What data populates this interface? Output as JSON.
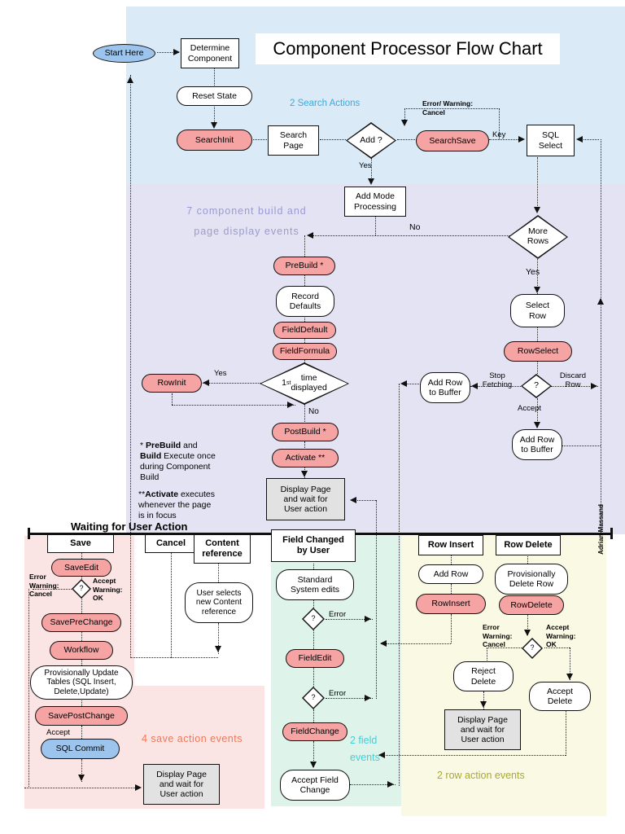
{
  "title": "Component Processor Flow Chart",
  "author": "Adrian Massand",
  "top": {
    "start": "Start Here",
    "determine": "Determine\nComponent",
    "reset": "Reset State",
    "caption": "2 Search Actions",
    "search_init": "SearchInit",
    "search_page": "Search\nPage",
    "add_q": "Add ?",
    "err_cancel": "Error/ Warning:\nCancel",
    "search_save": "SearchSave",
    "key": "Key",
    "sql_select": "SQL\nSelect",
    "yes": "Yes"
  },
  "build": {
    "caption": "7 component build and\npage display events",
    "add_mode": "Add Mode\nProcessing",
    "no": "No",
    "more_rows": "More\nRows",
    "yes": "Yes",
    "select_row": "Select\nRow",
    "row_select": "RowSelect",
    "q": "?",
    "stop_fetching": "Stop\nFetching",
    "add_row_buffer": "Add Row\nto Buffer",
    "discard_row": "Discard\nRow",
    "accept": "Accept",
    "add_row_buffer2": "Add Row\nto Buffer",
    "pre_build": "PreBuild *",
    "record_defaults": "Record\nDefaults",
    "field_default": "FieldDefault",
    "field_formula": "FieldFormula",
    "ft1": "1",
    "ft_sup": "st",
    "ft2": " time\ndisplayed",
    "row_init": "RowInit",
    "yes2": "Yes",
    "no2": "No",
    "post_build": "PostBuild *",
    "activate": "Activate **",
    "display_page": "Display Page\nand wait for\nUser action"
  },
  "notes": {
    "n1": [
      "* ",
      "PreBuild",
      " and\n",
      "Build",
      " Execute once\nduring Component\nBuild"
    ],
    "n2": [
      "**",
      "Activate",
      " executes\nwhenever the page\nis in focus"
    ]
  },
  "waiting": {
    "title": "Waiting for User Action",
    "headers": {
      "save": "Save",
      "cancel": "Cancel",
      "content": "Content\nreference",
      "field": "Field Changed\nby User",
      "row_insert": "Row Insert",
      "row_delete": "Row Delete"
    }
  },
  "save": {
    "save_edit": "SaveEdit",
    "err": "Error\nWarning:\nCancel",
    "q": "?",
    "acc": "Accept\nWarning:\nOK",
    "pre_change": "SavePreChange",
    "workflow": "Workflow",
    "provisional": "Provisionally Update\nTables (SQL Insert,\nDelete,Update)",
    "post_change": "SavePostChange",
    "accept": "Accept",
    "sql_commit": "SQL Commit",
    "caption": "4 save action events",
    "display_page": "Display Page\nand wait for\nUser action"
  },
  "content": {
    "user_selects": "User selects\nnew Content\nreference"
  },
  "field": {
    "std": "Standard\nSystem edits",
    "q1": "?",
    "error1": "Error",
    "field_edit": "FieldEdit",
    "q2": "?",
    "error2": "Error",
    "field_change": "FieldChange",
    "caption": "2 field\nevents",
    "accept": "Accept Field\nChange"
  },
  "rows": {
    "add_row": "Add Row",
    "row_insert": "RowInsert",
    "prov_delete": "Provisionally\nDelete Row",
    "row_delete": "RowDelete",
    "err": "Error\nWarning:\nCancel",
    "q": "?",
    "acc": "Accept\nWarning:\nOK",
    "reject": "Reject\nDelete",
    "accept_del": "Accept\nDelete",
    "display_page": "Display Page\nand wait for\nUser action",
    "caption": "2 row action events"
  },
  "colors": {
    "node_pink": "#f5a3a3",
    "node_blue": "#9cc4ec",
    "bg_search": "#daeaf6",
    "bg_build": "#e4e3f3",
    "bg_save": "#fbe4e4",
    "bg_field": "#def3ea",
    "bg_rows": "#fafae4",
    "caption_search": "#3fa8dc",
    "caption_build": "#9b9bd0",
    "caption_save": "#f07858",
    "caption_field": "#41d0d8",
    "caption_rows": "#a8a832"
  }
}
